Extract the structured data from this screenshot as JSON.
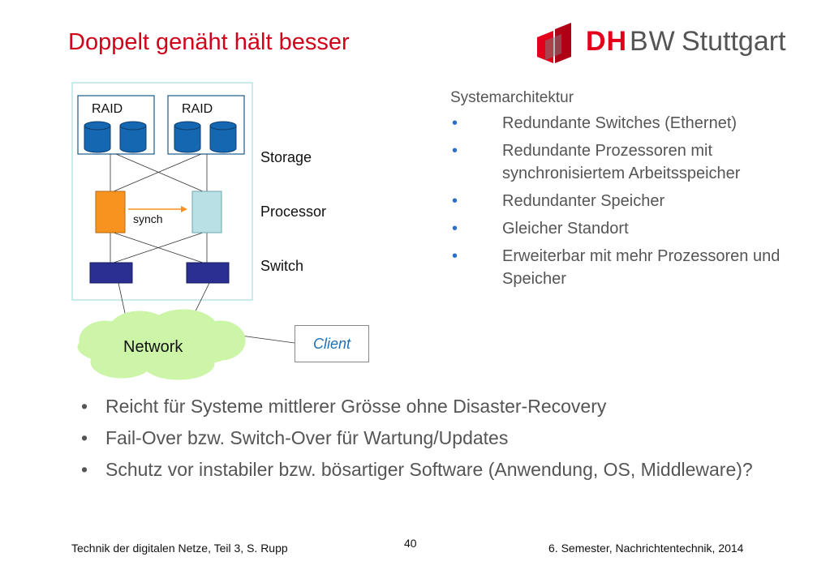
{
  "slide": {
    "title": "Doppelt genäht hält besser",
    "logo": {
      "brand_dh": "DH",
      "brand_bw": "BW",
      "city": "Stuttgart"
    }
  },
  "diagram": {
    "raid_labels": [
      "RAID",
      "RAID"
    ],
    "layer_labels": {
      "storage": "Storage",
      "processor": "Processor",
      "switch": "Switch"
    },
    "synch_label": "synch",
    "network_label": "Network",
    "client_label": "Client",
    "colors": {
      "disk": "#1467b0",
      "processor_active": "#f7931e",
      "processor_standby": "#b9e0e4",
      "switch": "#2b2f8f",
      "cloud": "#ccf5a8",
      "cluster_border": "#a8dde3"
    }
  },
  "right_panel": {
    "heading": "Systemarchitektur",
    "bullets": [
      "Redundante Switches (Ethernet)",
      "Redundante Prozessoren mit synchronisiertem Arbeitsspeicher",
      "Redundanter Speicher",
      "Gleicher Standort",
      "Erweiterbar mit mehr Prozessoren und Speicher"
    ]
  },
  "bottom_bullets": [
    "Reicht für Systeme mittlerer Grösse ohne Disaster-Recovery",
    "Fail-Over bzw. Switch-Over für Wartung/Updates",
    "Schutz vor instabiler bzw. bösartiger Software (Anwendung, OS, Middleware)?"
  ],
  "footer": {
    "left": "Technik der digitalen Netze, Teil 3, S. Rupp",
    "page": "40",
    "right": "6. Semester, Nachrichtentechnik, 2014"
  }
}
